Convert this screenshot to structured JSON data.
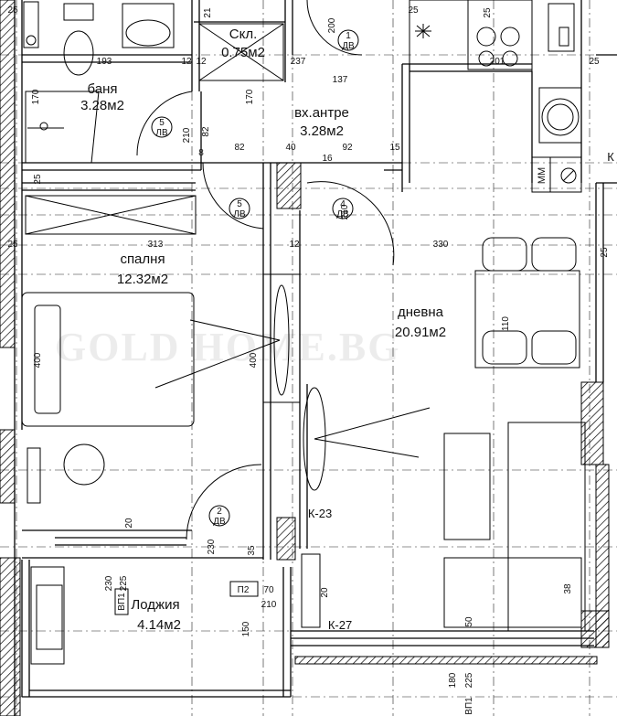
{
  "watermark": "GOLD HOME.BG",
  "rooms": {
    "bath": {
      "name": "баня",
      "area": "3.28м2"
    },
    "storage": {
      "name": "Скл.",
      "area": "0.75м2"
    },
    "entry": {
      "name": "вх.антре",
      "area": "3.28м2"
    },
    "bedroom": {
      "name": "спалня",
      "area": "12.32м2"
    },
    "living": {
      "name": "дневна",
      "area": "20.91м2"
    },
    "loggia": {
      "name": "Лоджия",
      "area": "4.14м2"
    }
  },
  "dims": {
    "d25a": "25",
    "d193": "193",
    "d12a": "12",
    "d12b": "12",
    "d237": "237",
    "d25b": "25",
    "d201": "201",
    "d25c": "25",
    "d137": "137",
    "d170a": "170",
    "d170b": "170",
    "d210a": "210",
    "d82a": "82",
    "d8": "8",
    "d82b": "82",
    "d40": "40",
    "d92": "92",
    "d15": "15",
    "d16": "16",
    "d25d": "25",
    "d25e": "25",
    "d313": "313",
    "d12c": "12",
    "d330": "330",
    "d400a": "400",
    "d400b": "400",
    "d110": "110",
    "d210b": "210",
    "d20a": "20",
    "d230a": "230",
    "d225a": "225",
    "d35": "35",
    "d70": "70",
    "d210c": "210",
    "d20b": "20",
    "d150": "150",
    "d50": "50",
    "d180": "180",
    "d225b": "225",
    "d38": "38",
    "d21": "21",
    "d200": "200",
    "d25f": "25",
    "d25g": "25",
    "d230b": "230"
  },
  "door_tags": {
    "t1": {
      "num": "1",
      "type": "ДВ"
    },
    "t2": {
      "num": "2",
      "type": "ДВ"
    },
    "t4": {
      "num": "4",
      "type": "ДВ"
    },
    "t5a": {
      "num": "5",
      "type": "ЛВ"
    },
    "t5b": {
      "num": "5",
      "type": "ЛВ"
    }
  },
  "markers": {
    "k23": "К-23",
    "k27": "К-27",
    "mm": "ММ",
    "p2": "П2",
    "vp1a": "ВП1",
    "vp1b": "ВП1",
    "k": "К"
  }
}
